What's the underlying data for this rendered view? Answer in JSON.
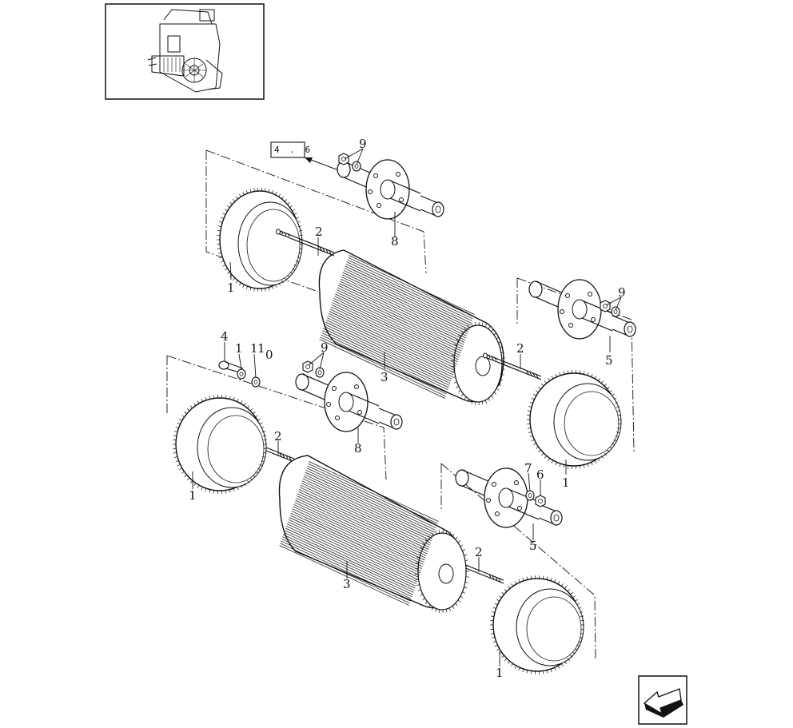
{
  "diagram": {
    "reference_box": "4 . 6",
    "callouts": [
      {
        "id": "c-9-top",
        "text": "9"
      },
      {
        "id": "c-2-top-left",
        "text": "2"
      },
      {
        "id": "c-8-top",
        "text": "8"
      },
      {
        "id": "c-1-top-left",
        "text": "1"
      },
      {
        "id": "c-9-right",
        "text": "9"
      },
      {
        "id": "c-5-upper",
        "text": "5"
      },
      {
        "id": "c-2-upper-right",
        "text": "2"
      },
      {
        "id": "c-3-upper",
        "text": "3"
      },
      {
        "id": "c-1-upper-right",
        "text": "1"
      },
      {
        "id": "c-4",
        "text": "4"
      },
      {
        "id": "c-11a",
        "text": "1"
      },
      {
        "id": "c-11b",
        "text": "1"
      },
      {
        "id": "c-11c",
        "text": "1"
      },
      {
        "id": "c-10",
        "text": "0"
      },
      {
        "id": "c-9-mid",
        "text": "9"
      },
      {
        "id": "c-8-mid",
        "text": "8"
      },
      {
        "id": "c-2-lower-left",
        "text": "2"
      },
      {
        "id": "c-1-lower-left",
        "text": "1"
      },
      {
        "id": "c-7",
        "text": "7"
      },
      {
        "id": "c-6",
        "text": "6"
      },
      {
        "id": "c-5-lower",
        "text": "5"
      },
      {
        "id": "c-2-lower-right",
        "text": "2"
      },
      {
        "id": "c-3-lower",
        "text": "3"
      },
      {
        "id": "c-1-lower-right",
        "text": "1"
      }
    ]
  },
  "icons": {
    "thumbnail": "machine-overview-icon",
    "navigation": "back-arrow-icon"
  }
}
